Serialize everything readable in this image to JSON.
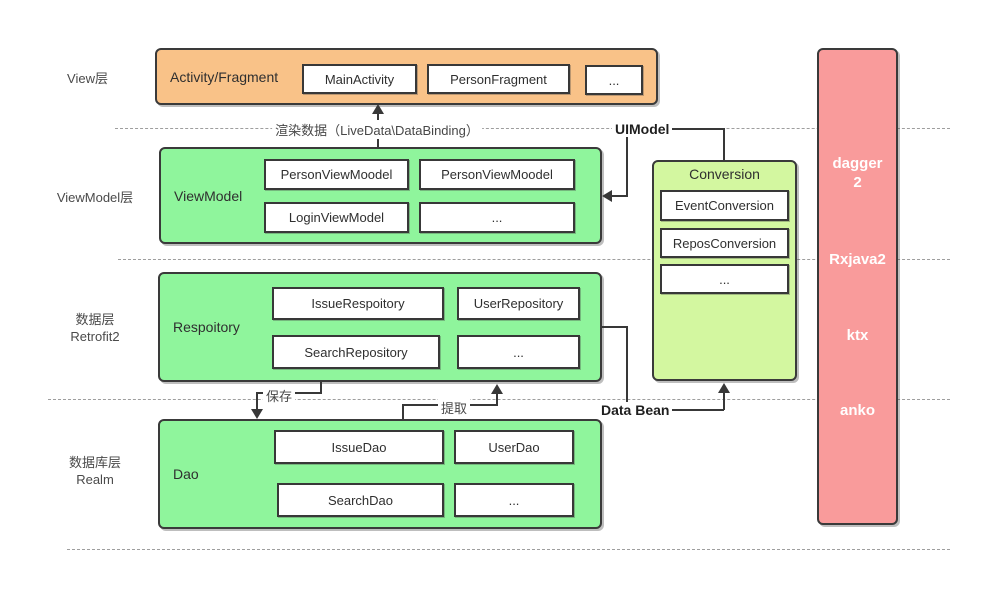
{
  "colors": {
    "view_layer_fill": "#f9c288",
    "green_layer_fill": "#8ff59c",
    "conversion_fill": "#d3f7a0",
    "library_fill": "#f99b9b",
    "box_border": "#383838",
    "dashed_line": "#9e9e9e"
  },
  "side_labels": {
    "view": "View层",
    "viewmodel": "ViewModel层",
    "data": "数据层\nRetrofit2",
    "database": "数据库层\nRealm"
  },
  "view_layer": {
    "label": "Activity/Fragment",
    "items": [
      "MainActivity",
      "PersonFragment",
      "..."
    ]
  },
  "viewmodel_layer": {
    "label": "ViewModel",
    "items": [
      "PersonViewMoodel",
      "PersonViewMoodel",
      "LoginViewModel",
      "..."
    ]
  },
  "repository_layer": {
    "label": "Respoitory",
    "items": [
      "IssueRespoitory",
      "UserRepository",
      "SearchRepository",
      "..."
    ]
  },
  "dao_layer": {
    "label": "Dao",
    "items": [
      "IssueDao",
      "UserDao",
      "SearchDao",
      "..."
    ]
  },
  "conversion": {
    "title": "Conversion",
    "items": [
      "EventConversion",
      "ReposConversion",
      "..."
    ]
  },
  "libraries": [
    "dagger\n2",
    "Rxjava2",
    "ktx",
    "anko"
  ],
  "edge_labels": {
    "render_data": "渲染数据（LiveData\\DataBinding）",
    "ui_model": "UIModel",
    "data_bean": "Data Bean",
    "save": "保存",
    "extract": "提取"
  }
}
